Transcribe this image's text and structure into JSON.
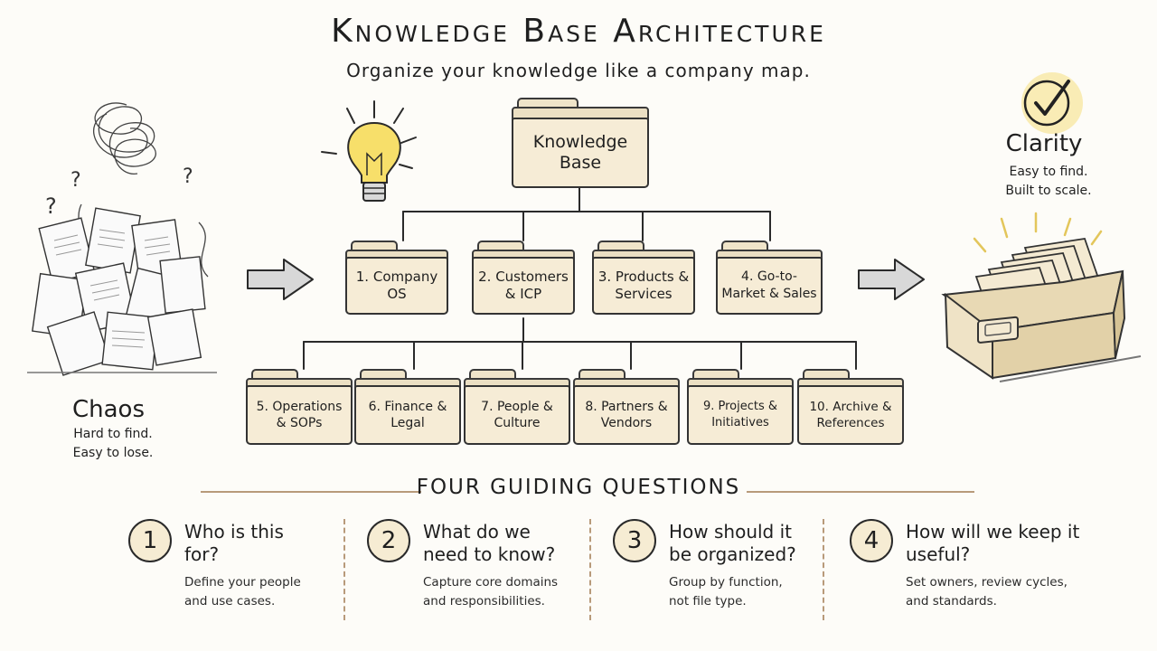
{
  "title": "Knowledge Base Architecture",
  "subtitle": "Organize your knowledge like a company map.",
  "root": "Knowledge Base",
  "tier1": [
    "1. Company OS",
    "2. Customers & ICP",
    "3. Products & Services",
    "4. Go-to-Market & Sales"
  ],
  "tier2": [
    "5. Operations & SOPs",
    "6. Finance & Legal",
    "7. People & Culture",
    "8. Partners & Vendors",
    "9. Projects & Initiatives",
    "10. Archive & References"
  ],
  "chaos": {
    "title": "Chaos",
    "line1": "Hard to find.",
    "line2": "Easy to lose."
  },
  "clarity": {
    "title": "Clarity",
    "line1": "Easy to find.",
    "line2": "Built to scale."
  },
  "questions_heading": "FOUR GUIDING QUESTIONS",
  "questions": [
    {
      "num": "1",
      "title": "Who is this for?",
      "desc": "Define your people and use cases."
    },
    {
      "num": "2",
      "title": "What do we need to know?",
      "desc": "Capture core domains and responsibilities."
    },
    {
      "num": "3",
      "title": "How should it be organized?",
      "desc": "Group by function, not file type."
    },
    {
      "num": "4",
      "title": "How will we keep it useful?",
      "desc": "Set owners, review cycles, and standards."
    }
  ],
  "colors": {
    "folder_fill": "#f6ecd6",
    "bulb": "#f7df6a",
    "accent_rule": "#b89a7a",
    "ink": "#1f1f1f"
  },
  "icons": [
    "lightbulb-icon",
    "arrow-right-icon",
    "checkmark-icon",
    "file-drawer-icon",
    "paper-pile-icon"
  ]
}
